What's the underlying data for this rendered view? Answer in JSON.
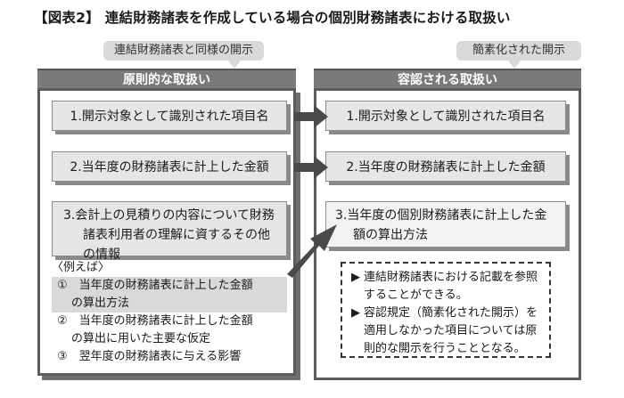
{
  "title": {
    "tag": "【図表2】",
    "text": "連結財務諸表を作成している場合の個別財務諸表における取扱い"
  },
  "callouts": {
    "left": "連結財務諸表と同様の開示",
    "right": "簡素化された開示"
  },
  "left": {
    "header": "原則的な取扱い",
    "items": [
      "1.開示対象として識別された項目名",
      "2.当年度の財務諸表に計上した金額",
      "3.会計上の見積りの内容について財務諸表利用者の理解に資するその他の情報"
    ],
    "examples_label": "〈例えば〉",
    "examples": [
      {
        "num": "①",
        "line1": "当年度の財務諸表に計上した金額",
        "line2": "の算出方法"
      },
      {
        "num": "②",
        "line1": "当年度の財務諸表に計上した金額",
        "line2": "の算出に用いた主要な仮定"
      },
      {
        "num": "③",
        "line1": "翌年度の財務諸表に与える影響",
        "line2": ""
      }
    ]
  },
  "right": {
    "header": "容認される取扱い",
    "items": [
      "1.開示対象として識別された項目名",
      "2.当年度の財務諸表に計上した金額",
      "3.当年度の個別財務諸表に計上した金額の算出方法"
    ],
    "notes": [
      {
        "bullet": "▶",
        "text": "連結財務諸表における記載を参照することができる。"
      },
      {
        "bullet": "▶",
        "text": "容認規定（簡素化された開示）を適用しなかった項目については原則的な開示を行うこととなる。"
      }
    ]
  }
}
